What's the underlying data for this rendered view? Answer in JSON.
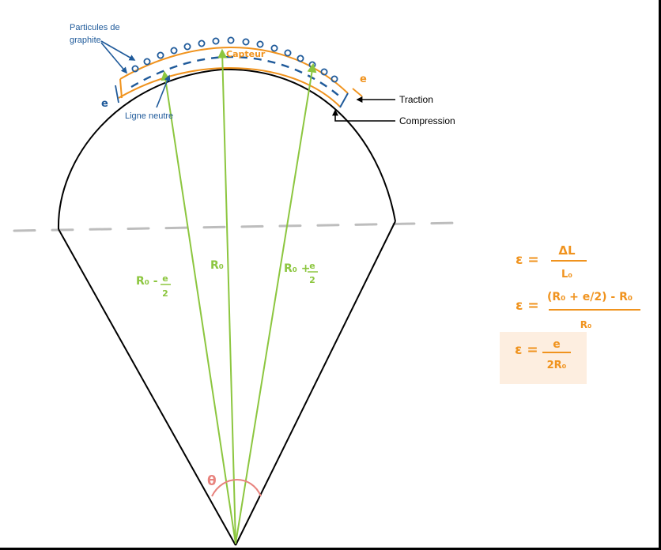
{
  "labels": {
    "graphite_particles_line1": "Particules de",
    "graphite_particles_line2": "graphite",
    "neutral_line": "Ligne neutre",
    "sensor": "Capteur",
    "traction": "Traction",
    "compression": "Compression",
    "thickness_e": "e",
    "thickness_e_right": "e",
    "angle": "θ"
  },
  "radii": {
    "left_main": "R₀ -",
    "left_num": "e",
    "left_den": "2",
    "middle": "R₀",
    "right_main": "R₀ +",
    "right_num": "e",
    "right_den": "2"
  },
  "formulas": {
    "f1_lhs": "ε =",
    "f1_num": "ΔL",
    "f1_den": "L₀",
    "f2_lhs": "ε =",
    "f2_num": "(R₀ + e/2) - R₀",
    "f2_den": "R₀",
    "f3_lhs": "ε =",
    "f3_num": "e",
    "f3_den": "2R₀"
  },
  "colors": {
    "blue": "#1f5a9a",
    "green": "#8cc63f",
    "orange": "#f0931e",
    "pink": "#e8837e",
    "highlight": "#fdeee0",
    "gray": "#bdbdbd",
    "black": "#000000"
  }
}
